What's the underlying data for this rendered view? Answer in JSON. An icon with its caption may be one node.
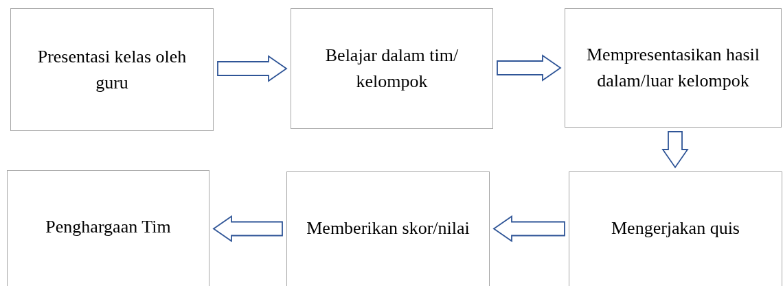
{
  "diagram": {
    "nodes": [
      {
        "text": [
          "Presentasi kelas oleh guru"
        ]
      },
      {
        "text": [
          "Belajar dalam tim/ kelompok"
        ]
      },
      {
        "text": [
          "Mempresentasikan hasil dalam/luar kelompok"
        ]
      },
      {
        "text": [
          "Penghargaan Tim"
        ]
      },
      {
        "text": [
          "Memberikan skor/nilai"
        ]
      },
      {
        "text": [
          "Mengerjakan quis"
        ]
      }
    ],
    "edges": [
      {
        "from": 0,
        "to": 1,
        "arrow": "to"
      },
      {
        "from": 1,
        "to": 2,
        "arrow": "to"
      },
      {
        "from": 2,
        "to": 5,
        "arrow": "to"
      },
      {
        "from": 5,
        "to": 4,
        "arrow": "to"
      },
      {
        "from": 4,
        "to": 3,
        "arrow": "to"
      }
    ]
  }
}
